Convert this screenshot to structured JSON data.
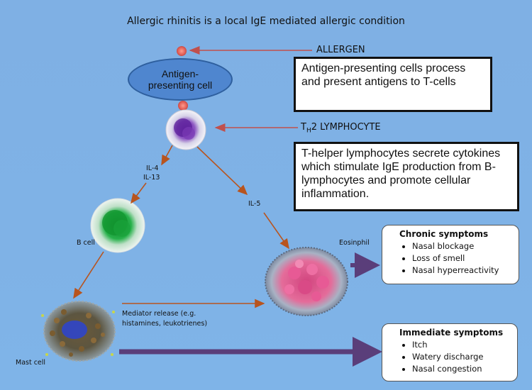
{
  "title": "Allergic rhinitis is a local IgE mediated allergic condition",
  "labels": {
    "allergen": "ALLERGEN",
    "apc_line1": "Antigen-",
    "apc_line2": "presenting cell",
    "th2_pre": "T",
    "th2_sub": "H",
    "th2_post": "2 LYMPHOCYTE",
    "il4": "IL-4",
    "il13": "IL-13",
    "il5": "IL-5",
    "bcell": "B cell",
    "eosinophil": "Eosinphil",
    "mediator_line1": "Mediator release (e.g.",
    "mediator_line2": "histamines, leukotrienes)",
    "mastcell": "Mast cell"
  },
  "boxes": {
    "apc_text": "Antigen-presenting cells process and present antigens to T-cells",
    "th_text": "T-helper lymphocytes secrete cytokines which stimulate IgE production from B-lymphocytes and promote cellular inflammation."
  },
  "chronic": {
    "title": "Chronic symptoms",
    "items": [
      "Nasal blockage",
      "Loss of smell",
      "Nasal hyperreactivity"
    ]
  },
  "immediate": {
    "title": "Immediate symptoms",
    "items": [
      "Itch",
      "Watery discharge",
      "Nasal congestion"
    ]
  },
  "colors": {
    "arrow_red": "#c0504d",
    "arrow_brown": "#b8541e",
    "arrow_purple": "#5a3e7a",
    "apc_fill": "#4f86cf"
  }
}
